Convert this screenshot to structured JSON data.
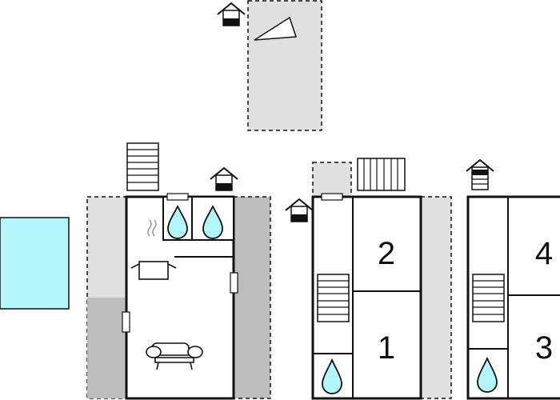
{
  "colors": {
    "wall": "#111111",
    "terrace": "#e0e0e0",
    "garden": "#bdbdbd",
    "pool": "#b3f7fb",
    "water_drop": "#b3f7fb"
  },
  "icons": [
    "house-entrance-icon",
    "stairs-icon",
    "water-drop-icon",
    "cooking-pot-icon",
    "sofa-icon",
    "parking-icon",
    "door-icon"
  ],
  "rooms": {
    "bedroom_2": "2",
    "bedroom_1": "1",
    "bedroom_4": "4",
    "bedroom_3": "3"
  }
}
